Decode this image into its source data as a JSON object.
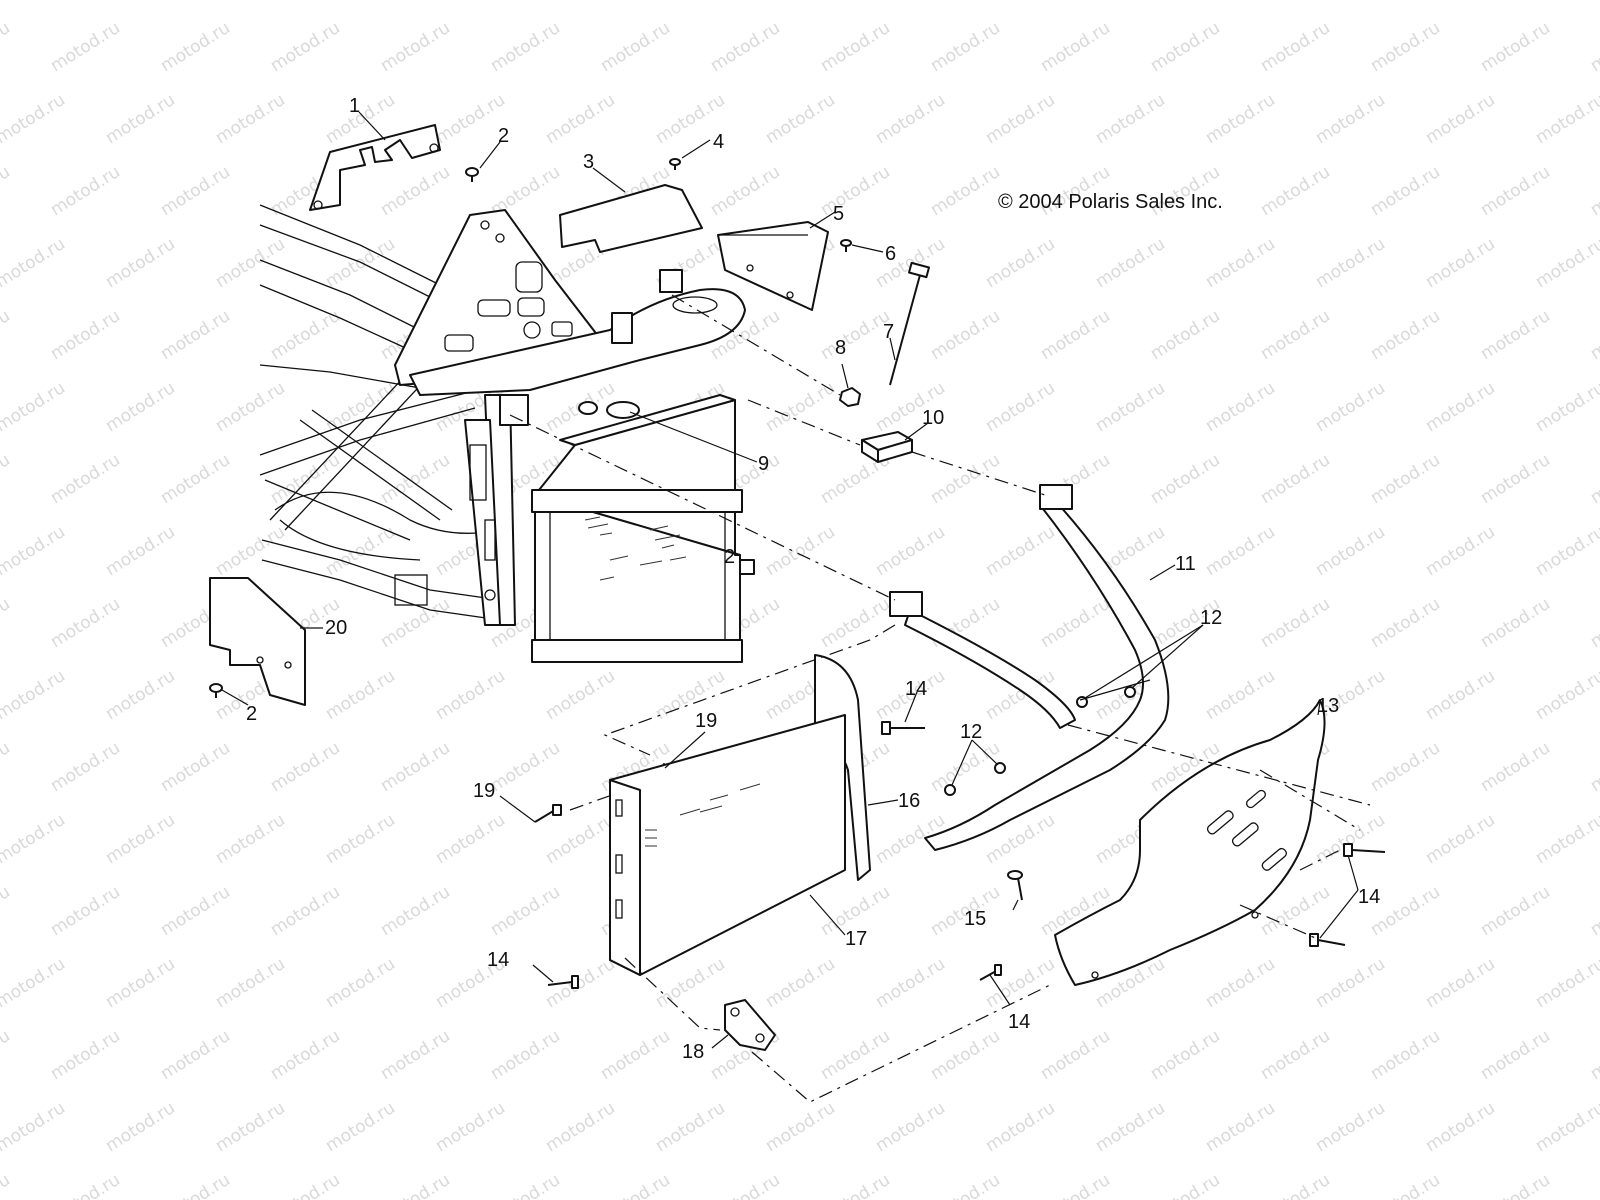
{
  "copyright": "© 2004 Polaris Sales Inc.",
  "watermark": "motod.ru",
  "callouts": [
    {
      "id": "c1",
      "text": "1"
    },
    {
      "id": "c2a",
      "text": "2"
    },
    {
      "id": "c2b",
      "text": "2"
    },
    {
      "id": "c2c",
      "text": "2"
    },
    {
      "id": "c3",
      "text": "3"
    },
    {
      "id": "c4",
      "text": "4"
    },
    {
      "id": "c5",
      "text": "5"
    },
    {
      "id": "c6",
      "text": "6"
    },
    {
      "id": "c7",
      "text": "7"
    },
    {
      "id": "c8",
      "text": "8"
    },
    {
      "id": "c9",
      "text": "9"
    },
    {
      "id": "c10",
      "text": "10"
    },
    {
      "id": "c11",
      "text": "11"
    },
    {
      "id": "c12a",
      "text": "12"
    },
    {
      "id": "c12b",
      "text": "12"
    },
    {
      "id": "c13",
      "text": "13"
    },
    {
      "id": "c14a",
      "text": "14"
    },
    {
      "id": "c14b",
      "text": "14"
    },
    {
      "id": "c14c",
      "text": "14"
    },
    {
      "id": "c14d",
      "text": "14"
    },
    {
      "id": "c15",
      "text": "15"
    },
    {
      "id": "c16",
      "text": "16"
    },
    {
      "id": "c17",
      "text": "17"
    },
    {
      "id": "c18",
      "text": "18"
    },
    {
      "id": "c19a",
      "text": "19"
    },
    {
      "id": "c19b",
      "text": "19"
    },
    {
      "id": "c20",
      "text": "20"
    }
  ]
}
